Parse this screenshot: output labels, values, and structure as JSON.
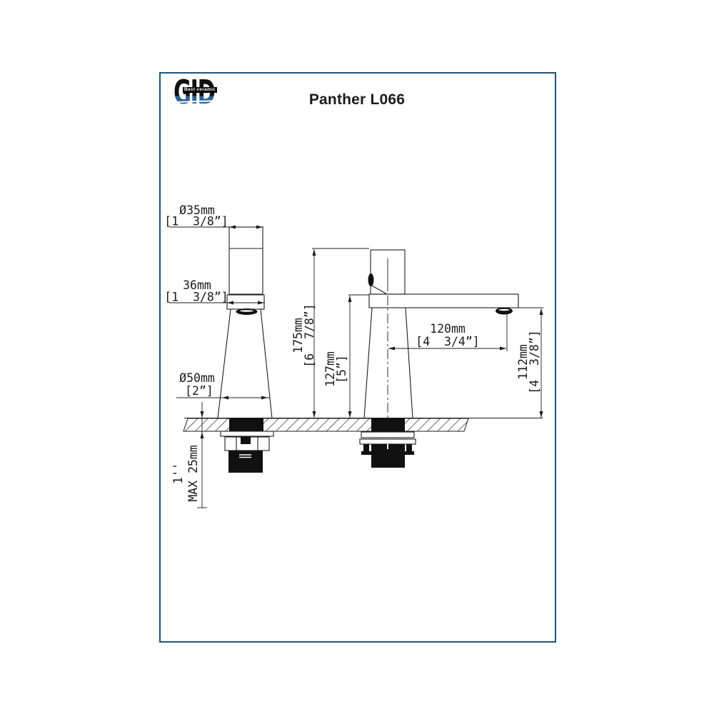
{
  "page": {
    "title": "Panther L066"
  },
  "logo": {
    "name": "GID",
    "tagline": "Best ceramic"
  },
  "colors": {
    "sheet_border": "#1b567f",
    "logo_blue": "#2a6496",
    "line": "#1c1c1c"
  },
  "dims": {
    "spout_diameter": {
      "mm": "Ø35mm",
      "inch": "[1  3/8”]"
    },
    "body_width": {
      "mm": "36mm",
      "inch": "[1  3/8”]"
    },
    "base_diameter": {
      "mm": "Ø50mm",
      "inch": "[2”]"
    },
    "total_height": {
      "mm": "175mm",
      "inch": "[6  7/8”]"
    },
    "spout_height": {
      "mm": "127mm",
      "inch": "[5”]"
    },
    "spout_reach": {
      "mm": "120mm",
      "inch": "[4  3/4”]"
    },
    "outlet_height": {
      "mm": "112mm",
      "inch": "[4  3/8”]"
    },
    "deck_thickness": {
      "mm": "MAX 25mm",
      "inch": "1''"
    }
  }
}
